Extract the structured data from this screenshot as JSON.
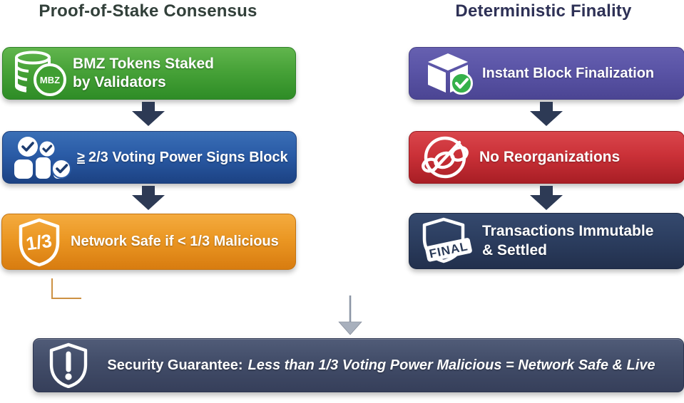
{
  "left": {
    "title": "Proof-of-Stake Consensus",
    "title_color": "#32403a",
    "boxes": [
      {
        "line1": "BMZ Tokens Staked",
        "line2": "by Validators",
        "badge": "MBZ",
        "color": "#3f9e31",
        "icon": "coin-stack-mbz-icon"
      },
      {
        "geq": "≥",
        "label": "2/3 Voting Power Signs Block",
        "color": "#24549c",
        "icon": "validators-check-icon"
      },
      {
        "label": "Network Safe if < 1/3 Malicious",
        "shield_label": "1/3",
        "color": "#e8941f",
        "icon": "shield-one-third-icon"
      }
    ]
  },
  "right": {
    "title": "Deterministic Finality",
    "title_color": "#2e3156",
    "boxes": [
      {
        "label": "Instant Block Finalization",
        "color": "#5954a3",
        "icon": "cube-check-icon"
      },
      {
        "label": "No Reorganizations",
        "color": "#c02a30",
        "icon": "no-chain-icon"
      },
      {
        "line1": "Transactions Immutable",
        "line2": "& Settled",
        "tag": "FINAL",
        "color": "#2b3f63",
        "icon": "shield-final-icon"
      }
    ]
  },
  "banner": {
    "bold_text": "Security Guarantee:",
    "italic_text": "Less than 1/3 Voting Power Malicious = Network Safe & Live",
    "color": "#424d68",
    "icon": "shield-exclamation-icon"
  },
  "connectors": {
    "down_arrow_color": "#2d3a55",
    "thin_arrow_color": "#a8b0bd",
    "elbow_color": "#c8862f"
  }
}
